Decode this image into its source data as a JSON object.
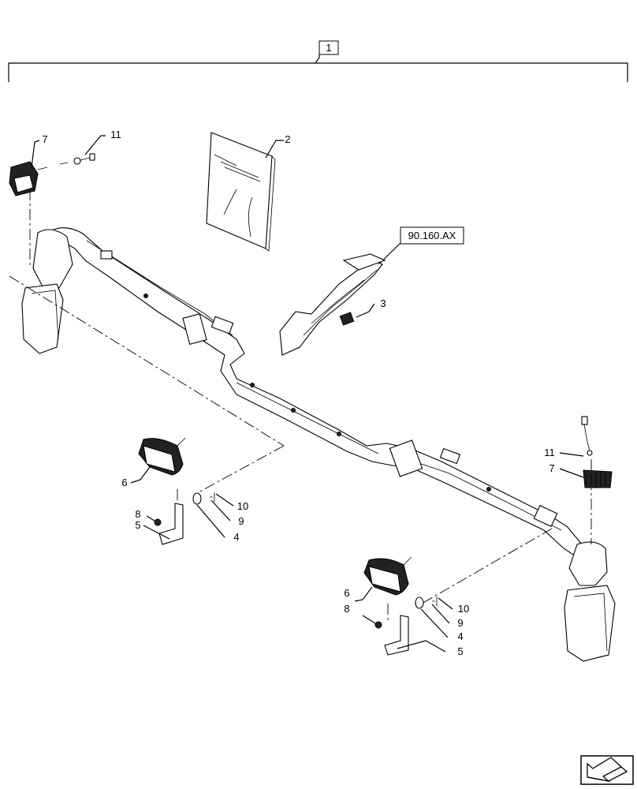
{
  "assembly": {
    "number": "1"
  },
  "reference": {
    "text": "90.160.AX"
  },
  "callouts": {
    "c2": "2",
    "c3": "3",
    "c7a": "7",
    "c11a": "11",
    "c6a": "6",
    "c8a": "8",
    "c5a": "5",
    "c10a": "10",
    "c9a": "9",
    "c4a": "4",
    "c11b": "11",
    "c7b": "7",
    "c6b": "6",
    "c8b": "8",
    "c10b": "10",
    "c9b": "9",
    "c4b": "4",
    "c5b": "5"
  },
  "icons": {
    "nav": "arrow-icon"
  }
}
